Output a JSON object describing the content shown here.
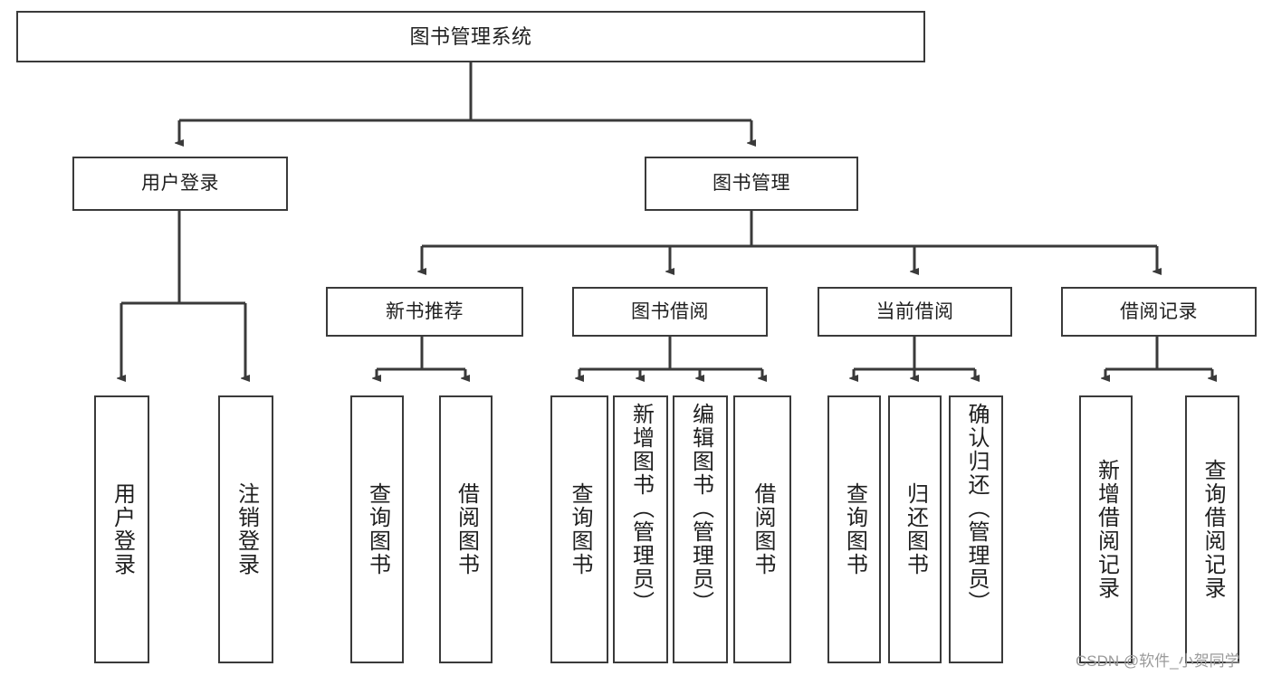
{
  "diagram": {
    "title": "图书管理系统",
    "type": "tree",
    "watermark": "CSDN @软件_小贺同学",
    "stroke_color": "#3a3a3a",
    "text_color": "#1f1f1f",
    "background_color": "#ffffff"
  },
  "root": {
    "label": "图书管理系统"
  },
  "level2": [
    {
      "label": "用户登录"
    },
    {
      "label": "图书管理"
    }
  ],
  "level3": [
    {
      "label": "新书推荐"
    },
    {
      "label": "图书借阅"
    },
    {
      "label": "当前借阅"
    },
    {
      "label": "借阅记录"
    }
  ],
  "leaves": {
    "user_login": [
      {
        "label": "用户登录"
      },
      {
        "label": "注销登录"
      }
    ],
    "new_book_recommend": [
      {
        "label": "查询图书"
      },
      {
        "label": "借阅图书"
      }
    ],
    "book_borrow": [
      {
        "label": "查询图书"
      },
      {
        "label": "新增图书（管理员）"
      },
      {
        "label": "编辑图书（管理员）"
      },
      {
        "label": "借阅图书"
      }
    ],
    "current_borrow": [
      {
        "label": "查询图书"
      },
      {
        "label": "归还图书"
      },
      {
        "label": "确认归还（管理员）"
      }
    ],
    "borrow_record": [
      {
        "label": "新增借阅记录"
      },
      {
        "label": "查询借阅记录"
      }
    ]
  }
}
